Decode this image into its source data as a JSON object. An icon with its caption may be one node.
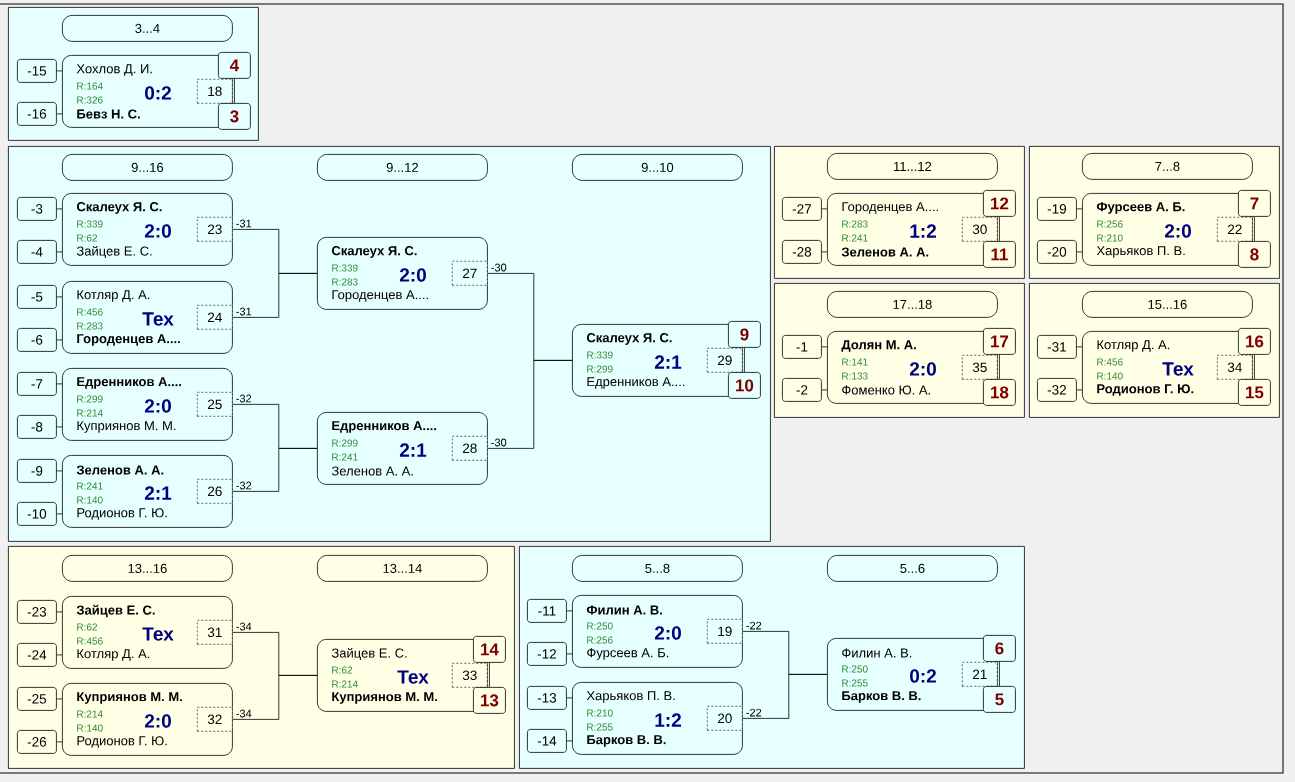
{
  "diagram": {
    "nodes": [
      {
        "text": [],
        "shape": "box"
      },
      {
        "text": [
          "3...4"
        ],
        "in": 0
      },
      {
        "text": [
          "-15"
        ],
        "in": 0
      },
      {
        "text": [
          "-16"
        ],
        "in": 0
      },
      {
        "text": [
          "Хохлов Д. И.",
          "R:164",
          "0:2",
          "R:326",
          "**Бевз Н. С.**"
        ],
        "in": 0
      },
      {
        "text": [
          "18"
        ],
        "in": 4
      },
      {
        "text": [
          "4"
        ],
        "in": 0
      },
      {
        "text": [
          "3"
        ],
        "in": 0
      },
      {
        "text": [],
        "shape": "box"
      },
      {
        "text": [
          "9...16"
        ],
        "in": 8
      },
      {
        "text": [
          "9...12"
        ],
        "in": 8
      },
      {
        "text": [
          "9...10"
        ],
        "in": 8
      },
      {
        "text": [
          "-3"
        ],
        "in": 8
      },
      {
        "text": [
          "-4"
        ],
        "in": 8
      },
      {
        "text": [
          "**Скалеух Я. С.**",
          "R:339",
          "2:0",
          "R:62",
          "Зайцев Е. С."
        ],
        "in": 8
      },
      {
        "text": [
          "23"
        ],
        "in": 14
      },
      {
        "text": [
          "-5"
        ],
        "in": 8
      },
      {
        "text": [
          "-6"
        ],
        "in": 8
      },
      {
        "text": [
          "Котляр Д. А.",
          "R:456",
          "Тех",
          "R:283",
          "**Городенцев А....**"
        ],
        "in": 8
      },
      {
        "text": [
          "24"
        ],
        "in": 18
      },
      {
        "text": [
          "-7"
        ],
        "in": 8
      },
      {
        "text": [
          "-8"
        ],
        "in": 8
      },
      {
        "text": [
          "**Едренников А....**",
          "R:299",
          "2:0",
          "R:214",
          "Куприянов М. М."
        ],
        "in": 8
      },
      {
        "text": [
          "25"
        ],
        "in": 22
      },
      {
        "text": [
          "-9"
        ],
        "in": 8
      },
      {
        "text": [
          "-10"
        ],
        "in": 8
      },
      {
        "text": [
          "**Зеленов А. А.**",
          "R:241",
          "2:1",
          "R:140",
          "Родионов Г. Ю."
        ],
        "in": 8
      },
      {
        "text": [
          "26"
        ],
        "in": 26
      },
      {
        "text": [
          "**Скалеух Я. С.**",
          "R:339",
          "2:0",
          "R:283",
          "Городенцев А...."
        ],
        "in": 8
      },
      {
        "text": [
          "27"
        ],
        "in": 28
      },
      {
        "text": [
          "**Едренников А....**",
          "R:299",
          "2:1",
          "R:241",
          "Зеленов А. А."
        ],
        "in": 8
      },
      {
        "text": [
          "28"
        ],
        "in": 30
      },
      {
        "text": [
          "**Скалеух Я. С.**",
          "R:339",
          "2:1",
          "R:299",
          "Едренников А...."
        ],
        "in": 8
      },
      {
        "text": [
          "29"
        ],
        "in": 32
      },
      {
        "text": [
          "9"
        ],
        "in": 8
      },
      {
        "text": [
          "10"
        ],
        "in": 8
      },
      {
        "text": [],
        "shape": "box"
      },
      {
        "text": [
          "11...12"
        ],
        "in": 36
      },
      {
        "text": [
          "-27"
        ],
        "in": 36
      },
      {
        "text": [
          "-28"
        ],
        "in": 36
      },
      {
        "text": [
          "Городенцев А....",
          "R:283",
          "1:2",
          "R:241",
          "**Зеленов А. А.**"
        ],
        "in": 36
      },
      {
        "text": [
          "30"
        ],
        "in": 40
      },
      {
        "text": [
          "12"
        ],
        "in": 36
      },
      {
        "text": [
          "11"
        ],
        "in": 36
      },
      {
        "text": [],
        "shape": "box"
      },
      {
        "text": [
          "7...8"
        ],
        "in": 44
      },
      {
        "text": [
          "-19"
        ],
        "in": 44
      },
      {
        "text": [
          "-20"
        ],
        "in": 44
      },
      {
        "text": [
          "**Фурсеев А. Б.**",
          "R:256",
          "2:0",
          "R:210",
          "Харьяков П. В."
        ],
        "in": 44
      },
      {
        "text": [
          "22"
        ],
        "in": 48
      },
      {
        "text": [
          "7"
        ],
        "in": 44
      },
      {
        "text": [
          "8"
        ],
        "in": 44
      },
      {
        "text": [],
        "shape": "box"
      },
      {
        "text": [
          "17...18"
        ],
        "in": 52
      },
      {
        "text": [
          "-1"
        ],
        "in": 52
      },
      {
        "text": [
          "-2"
        ],
        "in": 52
      },
      {
        "text": [
          "**Долян М. А.**",
          "R:141",
          "2:0",
          "R:133",
          "Фоменко Ю. А."
        ],
        "in": 52
      },
      {
        "text": [
          "35"
        ],
        "in": 56
      },
      {
        "text": [
          "17"
        ],
        "in": 52
      },
      {
        "text": [
          "18"
        ],
        "in": 52
      },
      {
        "text": [],
        "shape": "box"
      },
      {
        "text": [
          "15...16"
        ],
        "in": 60
      },
      {
        "text": [
          "-31"
        ],
        "in": 60
      },
      {
        "text": [
          "-32"
        ],
        "in": 60
      },
      {
        "text": [
          "Котляр Д. А.",
          "R:456",
          "Тех",
          "R:140",
          "**Родионов Г. Ю.**"
        ],
        "in": 60
      },
      {
        "text": [
          "34"
        ],
        "in": 64
      },
      {
        "text": [
          "16"
        ],
        "in": 60
      },
      {
        "text": [
          "15"
        ],
        "in": 60
      },
      {
        "text": [],
        "shape": "box"
      },
      {
        "text": [
          "13...16"
        ],
        "in": 68
      },
      {
        "text": [
          "13...14"
        ],
        "in": 68
      },
      {
        "text": [
          "-23"
        ],
        "in": 68
      },
      {
        "text": [
          "-24"
        ],
        "in": 68
      },
      {
        "text": [
          "**Зайцев Е. С.**",
          "R:62",
          "Тех",
          "R:456",
          "Котляр Д. А."
        ],
        "in": 68
      },
      {
        "text": [
          "31"
        ],
        "in": 73
      },
      {
        "text": [
          "-25"
        ],
        "in": 68
      },
      {
        "text": [
          "-26"
        ],
        "in": 68
      },
      {
        "text": [
          "**Куприянов М. М.**",
          "R:214",
          "2:0",
          "R:140",
          "Родионов Г. Ю."
        ],
        "in": 68
      },
      {
        "text": [
          "32"
        ],
        "in": 77
      },
      {
        "text": [
          "Зайцев Е. С.",
          "R:62",
          "Тех",
          "R:214",
          "**Куприянов М. М.**"
        ],
        "in": 68
      },
      {
        "text": [
          "33"
        ],
        "in": 79
      },
      {
        "text": [
          "14"
        ],
        "in": 68
      },
      {
        "text": [
          "13"
        ],
        "in": 68
      },
      {
        "text": [],
        "shape": "box"
      },
      {
        "text": [
          "5...8"
        ],
        "in": 83
      },
      {
        "text": [
          "5...6"
        ],
        "in": 83
      },
      {
        "text": [
          "-11"
        ],
        "in": 83
      },
      {
        "text": [
          "-12"
        ],
        "in": 83
      },
      {
        "text": [
          "**Филин А. В.**",
          "R:250",
          "2:0",
          "R:256",
          "Фурсеев А. Б."
        ],
        "in": 83
      },
      {
        "text": [
          "19"
        ],
        "in": 88
      },
      {
        "text": [
          "-13"
        ],
        "in": 83
      },
      {
        "text": [
          "-14"
        ],
        "in": 83
      },
      {
        "text": [
          "Харьяков П. В.",
          "R:210",
          "1:2",
          "R:255",
          "**Барков В. В.**"
        ],
        "in": 83
      },
      {
        "text": [
          "20"
        ],
        "in": 92
      },
      {
        "text": [
          "Филин А. В.",
          "R:250",
          "0:2",
          "R:255",
          "**Барков В. В.**"
        ],
        "in": 83
      },
      {
        "text": [
          "21"
        ],
        "in": 94
      },
      {
        "text": [
          "6"
        ],
        "in": 83
      },
      {
        "text": [
          "5"
        ],
        "in": 83
      }
    ],
    "edges": [
      {
        "from": 2,
        "to": 4,
        "arrow": "none"
      },
      {
        "from": 3,
        "to": 4,
        "arrow": "none"
      },
      {
        "from": 6,
        "to": 7,
        "arrow": "none"
      },
      {
        "from": 12,
        "to": 14,
        "arrow": "none"
      },
      {
        "from": 13,
        "to": 14,
        "arrow": "none"
      },
      {
        "from": 16,
        "to": 18,
        "arrow": "none"
      },
      {
        "from": 17,
        "to": 18,
        "arrow": "none"
      },
      {
        "from": 20,
        "to": 22,
        "arrow": "none"
      },
      {
        "from": 21,
        "to": 22,
        "arrow": "none"
      },
      {
        "from": 24,
        "to": 26,
        "arrow": "none"
      },
      {
        "from": 25,
        "to": 26,
        "arrow": "none"
      },
      {
        "from": 14,
        "to": 28,
        "arrow": "none",
        "label": "-31"
      },
      {
        "from": 18,
        "to": 28,
        "arrow": "none",
        "label": "-31"
      },
      {
        "from": 22,
        "to": 30,
        "arrow": "none",
        "label": "-32"
      },
      {
        "from": 26,
        "to": 30,
        "arrow": "none",
        "label": "-32"
      },
      {
        "from": 28,
        "to": 32,
        "arrow": "none",
        "label": "-30"
      },
      {
        "from": 30,
        "to": 32,
        "arrow": "none",
        "label": "-30"
      },
      {
        "from": 34,
        "to": 35,
        "arrow": "none"
      },
      {
        "from": 38,
        "to": 40,
        "arrow": "none"
      },
      {
        "from": 39,
        "to": 40,
        "arrow": "none"
      },
      {
        "from": 42,
        "to": 43,
        "arrow": "none"
      },
      {
        "from": 46,
        "to": 48,
        "arrow": "none"
      },
      {
        "from": 47,
        "to": 48,
        "arrow": "none"
      },
      {
        "from": 50,
        "to": 51,
        "arrow": "none"
      },
      {
        "from": 54,
        "to": 56,
        "arrow": "none"
      },
      {
        "from": 55,
        "to": 56,
        "arrow": "none"
      },
      {
        "from": 58,
        "to": 59,
        "arrow": "none"
      },
      {
        "from": 62,
        "to": 64,
        "arrow": "none"
      },
      {
        "from": 63,
        "to": 64,
        "arrow": "none"
      },
      {
        "from": 66,
        "to": 67,
        "arrow": "none"
      },
      {
        "from": 71,
        "to": 73,
        "arrow": "none"
      },
      {
        "from": 72,
        "to": 73,
        "arrow": "none"
      },
      {
        "from": 75,
        "to": 77,
        "arrow": "none"
      },
      {
        "from": 76,
        "to": 77,
        "arrow": "none"
      },
      {
        "from": 73,
        "to": 79,
        "arrow": "none",
        "label": "-34"
      },
      {
        "from": 77,
        "to": 79,
        "arrow": "none",
        "label": "-34"
      },
      {
        "from": 81,
        "to": 82,
        "arrow": "none"
      },
      {
        "from": 86,
        "to": 88,
        "arrow": "none"
      },
      {
        "from": 87,
        "to": 88,
        "arrow": "none"
      },
      {
        "from": 90,
        "to": 92,
        "arrow": "none"
      },
      {
        "from": 91,
        "to": 92,
        "arrow": "none"
      },
      {
        "from": 88,
        "to": 94,
        "arrow": "none",
        "label": "-22"
      },
      {
        "from": 92,
        "to": 94,
        "arrow": "none",
        "label": "-22"
      },
      {
        "from": 96,
        "to": 97,
        "arrow": "none"
      }
    ]
  }
}
